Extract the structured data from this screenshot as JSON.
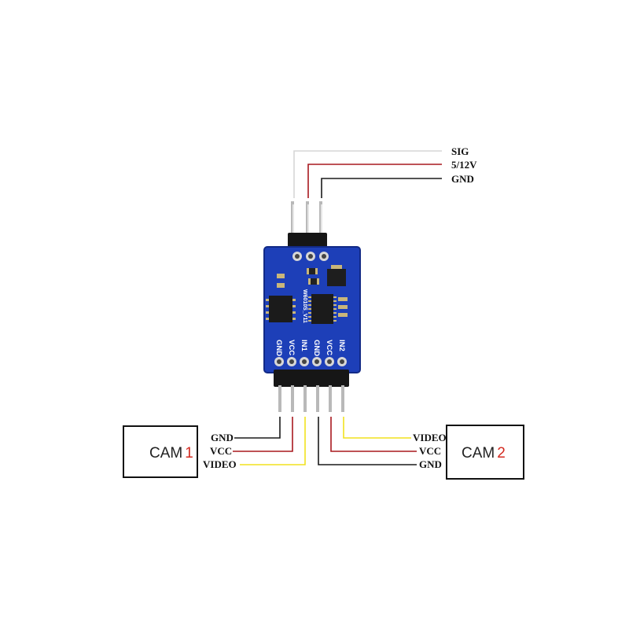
{
  "input_labels": {
    "sig": "SIG",
    "power": "5/12V",
    "gnd": "GND"
  },
  "board": {
    "model": "W6010S_V11",
    "pin_labels": [
      "GND",
      "VCC",
      "IN1",
      "GND",
      "VCC",
      "IN2"
    ]
  },
  "cam1": {
    "label": "CAM",
    "number": "1",
    "wires": {
      "gnd": "GND",
      "vcc": "VCC",
      "video": "VIDEO"
    }
  },
  "cam2": {
    "label": "CAM",
    "number": "2",
    "wires": {
      "video": "VIDEO",
      "vcc": "VCC",
      "gnd": "GND"
    }
  },
  "colors": {
    "board": "#1d3fb8",
    "wire_signal": "#d6d6d6",
    "wire_power": "#a8191f",
    "wire_ground": "#1a1a1a",
    "wire_video": "#f2e21f",
    "cam_number": "#d42a20"
  }
}
